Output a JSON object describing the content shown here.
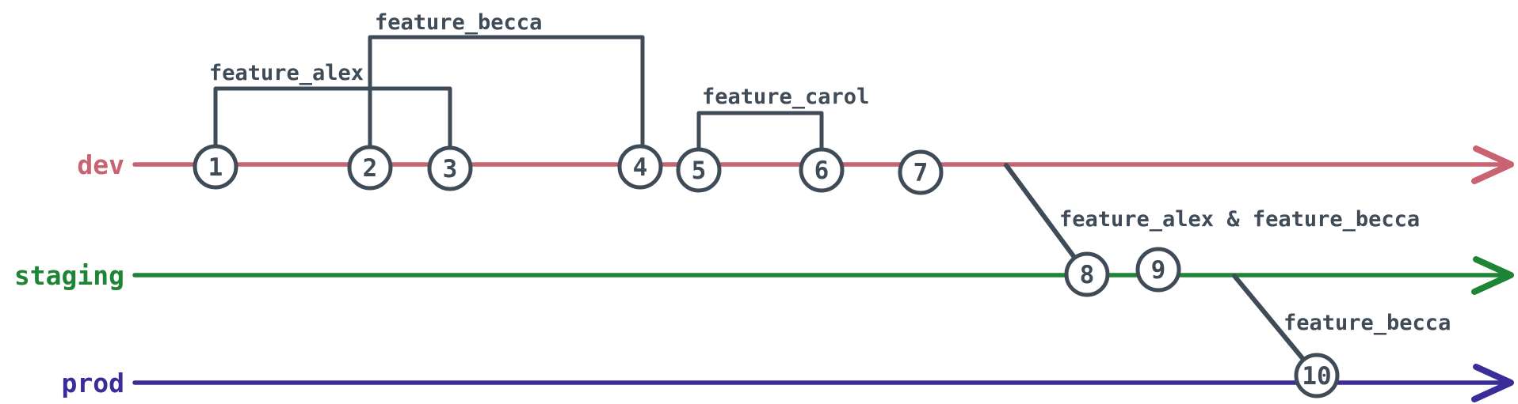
{
  "theme": {
    "background": "#ffffff",
    "node_stroke_color": "#404b58",
    "node_fill_color": "#ffffff",
    "edge_color": "#404b58",
    "label_color": "#404b58"
  },
  "branches": [
    {
      "name": "dev",
      "color": "#c96271"
    },
    {
      "name": "staging",
      "color": "#1e8536"
    },
    {
      "name": "prod",
      "color": "#3b2d98"
    }
  ],
  "commits": [
    {
      "label": "1",
      "branch": "dev"
    },
    {
      "label": "2",
      "branch": "dev"
    },
    {
      "label": "3",
      "branch": "dev"
    },
    {
      "label": "4",
      "branch": "dev"
    },
    {
      "label": "5",
      "branch": "dev"
    },
    {
      "label": "6",
      "branch": "dev"
    },
    {
      "label": "7",
      "branch": "dev"
    },
    {
      "label": "8",
      "branch": "staging"
    },
    {
      "label": "9",
      "branch": "staging"
    },
    {
      "label": "10",
      "branch": "prod"
    }
  ],
  "feature_branches": [
    {
      "label": "feature_alex",
      "from_commit": "1",
      "to_commit": "3"
    },
    {
      "label": "feature_becca",
      "from_commit": "2",
      "to_commit": "4"
    },
    {
      "label": "feature_carol",
      "from_commit": "5",
      "to_commit": "6"
    }
  ],
  "merges": [
    {
      "label": "feature_alex & feature_becca",
      "from_branch": "dev",
      "to_branch": "staging",
      "at_commit": "8"
    },
    {
      "label": "feature_becca",
      "from_branch": "staging",
      "to_branch": "prod",
      "at_commit": "10"
    }
  ]
}
